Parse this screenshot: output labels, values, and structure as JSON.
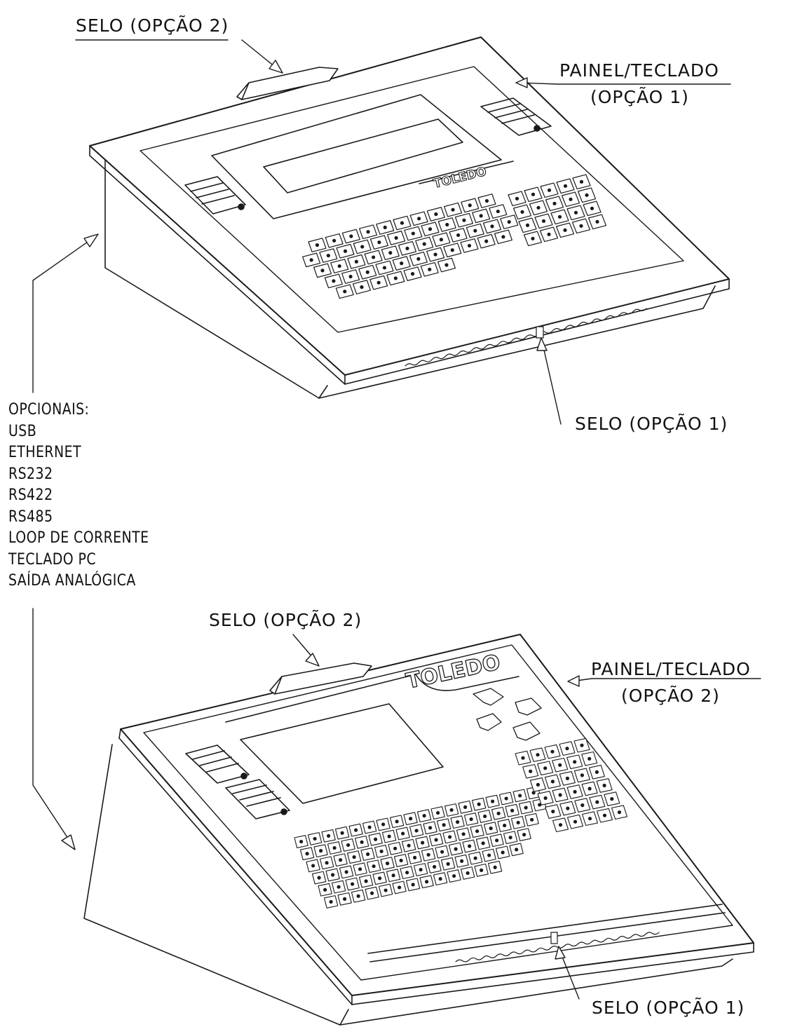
{
  "top_device": {
    "seal_option2": "SELO (OPÇÃO 2)",
    "panel_keyboard": "PAINEL/TECLADO",
    "panel_option": "(OPÇÃO 1)",
    "seal_option1": "SELO (OPÇÃO 1)",
    "brand": "TOLEDO"
  },
  "optionals": {
    "heading": "OPCIONAIS:",
    "items": [
      "USB",
      "ETHERNET",
      "RS232",
      "RS422",
      "RS485",
      "LOOP DE CORRENTE",
      "TECLADO PC",
      "SAÍDA ANALÓGICA"
    ]
  },
  "bottom_device": {
    "seal_option2": "SELO (OPÇÃO 2)",
    "panel_keyboard": "PAINEL/TECLADO",
    "panel_option": "(OPÇÃO 2)",
    "seal_option1": "SELO (OPÇÃO 1)",
    "brand": "TOLEDO"
  }
}
